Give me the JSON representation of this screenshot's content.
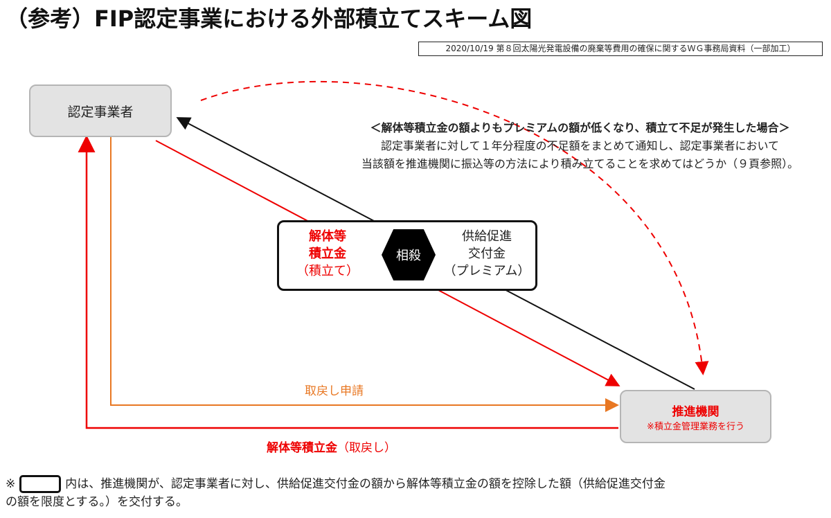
{
  "title": "（参考）FIP認定事業における外部積立てスキーム図",
  "source": "2020/10/19 第８回太陽光発電設備の廃棄等費用の確保に関するＷＧ事務局資料（一部加工）",
  "nodes": {
    "operator": "認定事業者",
    "agency": "推進機関",
    "agency_note": "※積立金管理業務を行う"
  },
  "middle": {
    "left_line1": "解体等",
    "left_line2": "積立金",
    "left_line3": "（積立て）",
    "center": "相殺",
    "right_line1": "供給促進",
    "right_line2": "交付金",
    "right_line3": "（プレミアム）"
  },
  "note": {
    "heading": "＜解体等積立金の額よりもプレミアムの額が低くなり、積立て不足が発生した場合＞",
    "line1": "認定事業者に対して１年分程度の不足額をまとめて通知し、認定事業者において",
    "line2": "当該額を推進機関に振込等の方法により積み立てることを求めてはどうか（９頁参照）。"
  },
  "labels": {
    "refund_request": "取戻し申請",
    "refund": "解体等積立金",
    "refund_suffix": "（取戻し）"
  },
  "footnote": {
    "mark": "※",
    "text1": "内は、推進機関が、認定事業者に対し、供給促進交付金の額から解体等積立金の額を控除した額（供給促進交付金",
    "text2": "の額を限度とする。）を交付する。"
  },
  "colors": {
    "red": "#ee0000",
    "orange": "#e87722",
    "black": "#111111"
  }
}
